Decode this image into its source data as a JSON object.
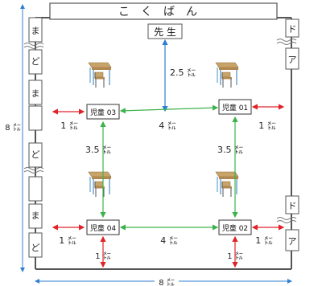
{
  "blackboard": {
    "label": "こくばん"
  },
  "teacher": {
    "label": "先 生"
  },
  "window_chars": [
    "ま",
    "ど",
    "ま",
    "ど",
    "ま",
    "ど"
  ],
  "door_top": [
    "ド",
    "ア"
  ],
  "door_bottom": [
    "ド",
    "ア"
  ],
  "students": {
    "s03": "児童 03",
    "s01": "児童 01",
    "s04": "児童 04",
    "s02": "児童 02"
  },
  "distances": {
    "teacher_to_row": "2.5 ㍍",
    "row_gap_top": "4 ㍍",
    "row_gap_bottom": "4 ㍍",
    "col_gap_left": "3.5 ㍍",
    "col_gap_right": "3.5 ㍍",
    "wall_left_top": "1 ㍍",
    "wall_right_top": "1 ㍍",
    "wall_left_bottom": "1 ㍍",
    "wall_right_bottom": "1 ㍍",
    "back_left": "1 ㍍",
    "back_right": "1 ㍍",
    "room_height": "8 ㍍",
    "room_width": "8 ㍍"
  },
  "colors": {
    "red_arrow": "#e0222a",
    "green_arrow": "#3cb34a",
    "blue_arrow": "#2f7fd0",
    "wall": "#555555",
    "desk_top": "#c8a46a",
    "desk_leg": "#4a8fc8"
  }
}
